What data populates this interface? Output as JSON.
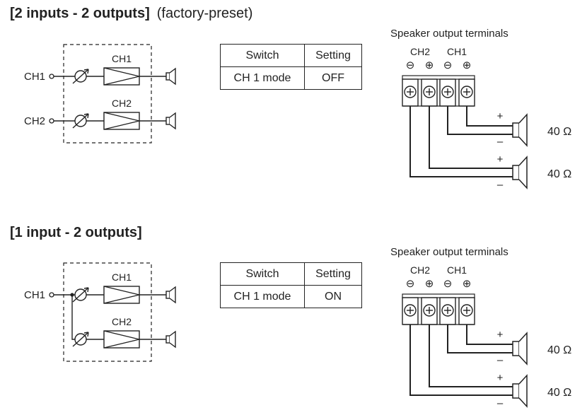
{
  "section1": {
    "title": "[2 inputs - 2 outputs]",
    "subtitle": "(factory-preset)",
    "inputs": [
      "CH1",
      "CH2"
    ],
    "amp_labels": [
      "CH1",
      "CH2"
    ],
    "table": {
      "headers": [
        "Switch",
        "Setting"
      ],
      "row": [
        "CH 1 mode",
        "OFF"
      ]
    },
    "terminals": {
      "title": "Speaker output terminals",
      "channel_labels": [
        "CH2",
        "CH1"
      ],
      "polarity": [
        "⊖",
        "⊕",
        "⊖",
        "⊕"
      ],
      "plus_sign": "⊕"
    },
    "speakers": [
      {
        "plus": "+",
        "minus": "–",
        "impedance": "40 Ω"
      },
      {
        "plus": "+",
        "minus": "–",
        "impedance": "40 Ω"
      }
    ]
  },
  "section2": {
    "title": "[1 input - 2 outputs]",
    "inputs": [
      "CH1"
    ],
    "amp_labels": [
      "CH1",
      "CH2"
    ],
    "table": {
      "headers": [
        "Switch",
        "Setting"
      ],
      "row": [
        "CH 1 mode",
        "ON"
      ]
    },
    "terminals": {
      "title": "Speaker output terminals",
      "channel_labels": [
        "CH2",
        "CH1"
      ],
      "polarity": [
        "⊖",
        "⊕",
        "⊖",
        "⊕"
      ],
      "plus_sign": "⊕"
    },
    "speakers": [
      {
        "plus": "+",
        "minus": "–",
        "impedance": "40 Ω"
      },
      {
        "plus": "+",
        "minus": "–",
        "impedance": "40 Ω"
      }
    ]
  }
}
